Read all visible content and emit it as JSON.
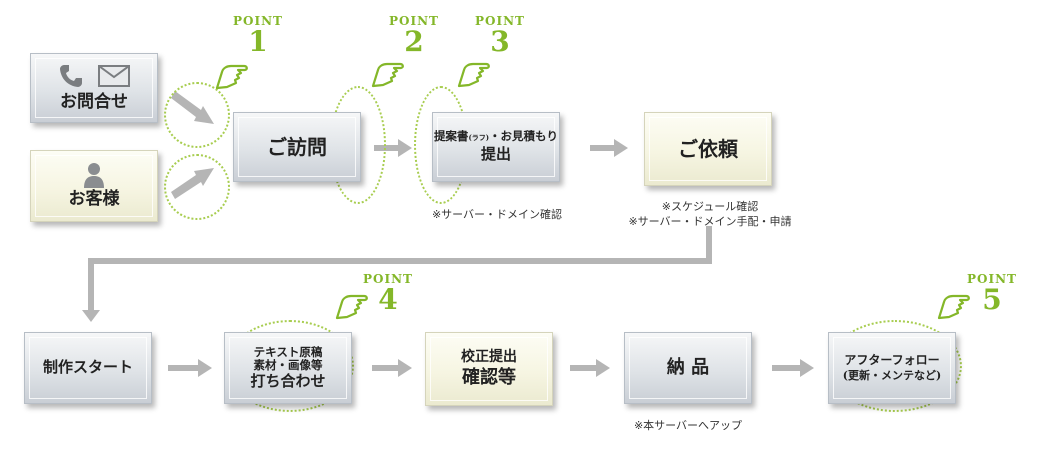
{
  "contact": {
    "label": "お問合せ",
    "phone_icon": "phone-icon",
    "mail_icon": "mail-icon"
  },
  "customer": {
    "label": "お客様",
    "person_icon": "person-icon"
  },
  "visit": {
    "label": "ご訪問"
  },
  "proposal": {
    "label_line1_a": "提案書",
    "label_line1_small": "(ラフ)",
    "label_line1_b": "・お見積もり",
    "label_line2": "提出"
  },
  "proposal_note": "※サーバー・ドメイン確認",
  "request": {
    "label": "ご依頼"
  },
  "request_notes": [
    "※スケジュール確認",
    "※サーバー・ドメイン手配・申請"
  ],
  "production": {
    "label": "制作スタート"
  },
  "meeting": {
    "line1": "テキスト原稿",
    "line2": "素材・画像等",
    "line3": "打ち合わせ"
  },
  "proof": {
    "line1": "校正提出",
    "line2": "確認等"
  },
  "delivery": {
    "label": "納 品"
  },
  "delivery_note": "※本サーバーへアップ",
  "followup": {
    "line1": "アフターフォロー",
    "line2": "(更新・メンテなど)"
  },
  "points": [
    {
      "word": "POINT",
      "number": "1"
    },
    {
      "word": "POINT",
      "number": "2"
    },
    {
      "word": "POINT",
      "number": "3"
    },
    {
      "word": "POINT",
      "number": "4"
    },
    {
      "word": "POINT",
      "number": "5"
    }
  ],
  "colors": {
    "accent_green": "#84b729",
    "ring_green": "#a8cd50",
    "arrow_gray": "#b5b5b5"
  }
}
